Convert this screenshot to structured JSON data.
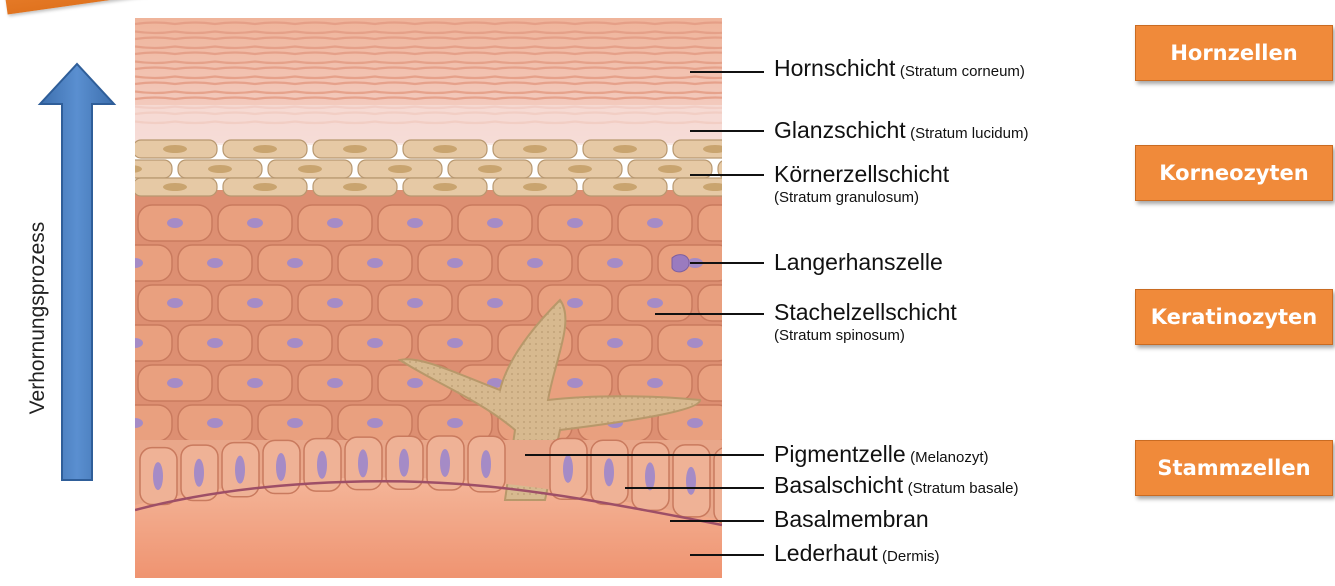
{
  "process_axis": {
    "label": "Verhornungsprozess"
  },
  "layers": [
    {
      "main": "Hornschicht",
      "sub": "(Stratum corneum)"
    },
    {
      "main": "Glanzschicht",
      "sub": "(Stratum lucidum)"
    },
    {
      "main": "Körnerzellschicht",
      "sub": "(Stratum granulosum)"
    },
    {
      "main": "Langerhanszelle",
      "sub": ""
    },
    {
      "main": "Stachelzellschicht",
      "sub": "(Stratum spinosum)"
    },
    {
      "main": "Pigmentzelle",
      "sub": "(Melanozyt)"
    },
    {
      "main": "Basalschicht",
      "sub": "(Stratum basale)"
    },
    {
      "main": "Basalmembran",
      "sub": ""
    },
    {
      "main": "Lederhaut",
      "sub": "(Dermis)"
    }
  ],
  "cell_types": [
    "Hornzellen",
    "Korneozyten",
    "Keratinozyten",
    "Stammzellen"
  ],
  "colors": {
    "badge": "#f08a3a",
    "arrow": "#4a7fc1",
    "nucleus": "#a58bc6",
    "cell": "#e9a07f",
    "granulosum": "#e6c9a5",
    "dermis": "#f2a98a"
  }
}
